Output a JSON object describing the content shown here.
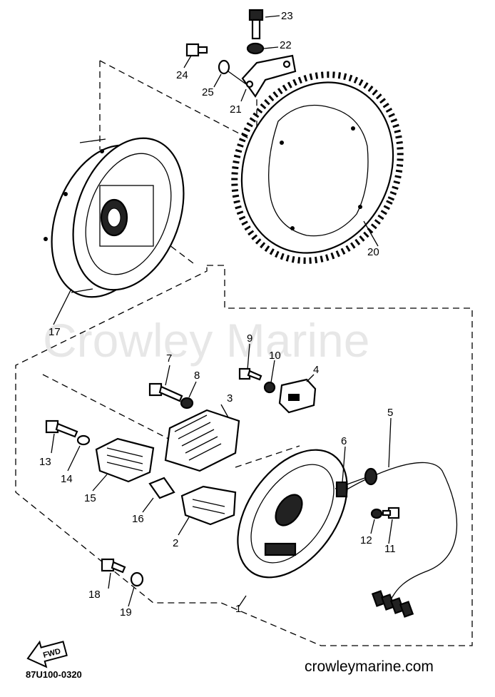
{
  "diagram": {
    "watermark": "Crowley Marine",
    "website": "crowleymarine.com",
    "drawing_code": "87U100-0320",
    "fwd_label": "FWD",
    "callouts": [
      "1",
      "2",
      "3",
      "4",
      "5",
      "6",
      "7",
      "8",
      "9",
      "10",
      "11",
      "12",
      "13",
      "14",
      "15",
      "16",
      "17",
      "18",
      "19",
      "20",
      "21",
      "22",
      "23",
      "24",
      "25"
    ]
  }
}
